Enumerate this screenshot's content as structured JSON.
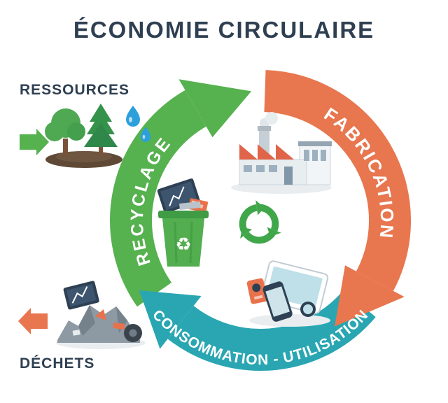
{
  "title": "ÉCONOMIE CIRCULAIRE",
  "side_labels": {
    "resources": "RESSOURCES",
    "waste": "DÉCHETS"
  },
  "cycle_stages": {
    "fabrication": "FABRICATION",
    "consumption": "CONSOMMATION - UTILISATION",
    "recycling": "RECYCLAGE"
  },
  "icons": {
    "recycle_glyph": "♻"
  },
  "colors": {
    "green": "#56b14f",
    "orange": "#e8764f",
    "teal": "#29a6b2",
    "navy": "#2e3f51"
  }
}
